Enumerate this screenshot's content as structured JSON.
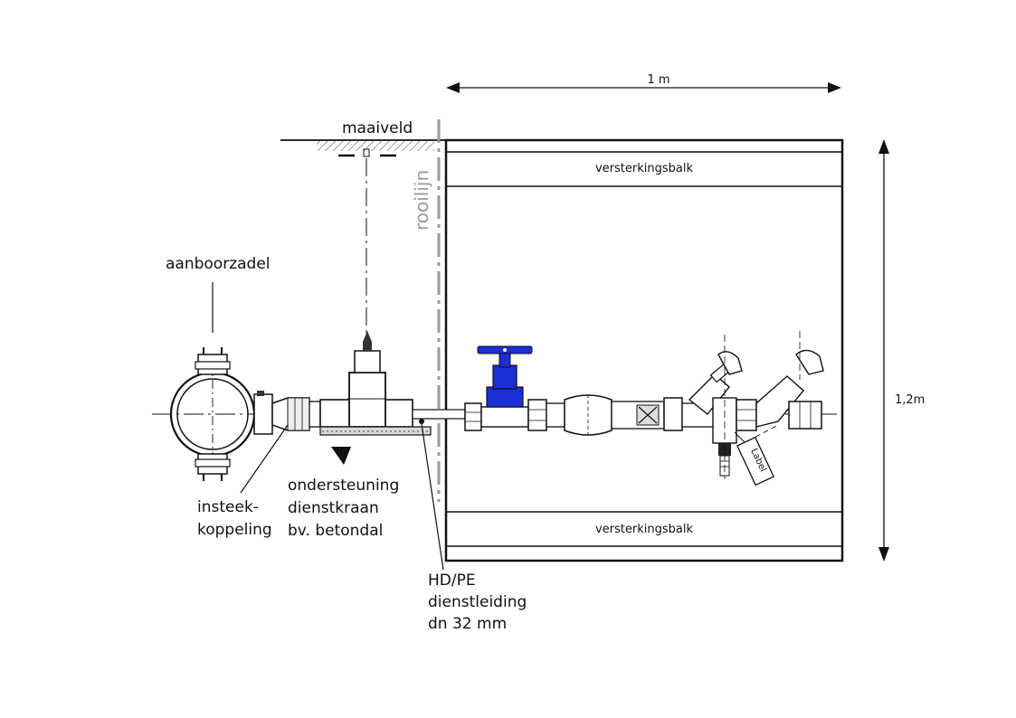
{
  "labels": {
    "maaiveld": "maaiveld",
    "rooilijn": "rooilijn",
    "aanboorzadel": "aanboorzadel",
    "insteek_line1": "insteek-",
    "insteek_line2": "koppeling",
    "onder_line1": "ondersteuning",
    "onder_line2": "dienstkraan",
    "onder_line3": "bv. betondal",
    "hd_line1": "HD/PE",
    "hd_line2": "dienstleiding",
    "hd_line3": "dn 32 mm",
    "dim_width": "1 m",
    "dim_height": "1,2m",
    "beam_top": "versterkingsbalk",
    "beam_bottom": "versterkingsbalk",
    "tag": "Label"
  },
  "colors": {
    "valve_handle": "#1b2fd6",
    "line": "#111111",
    "guide": "#9a9a9a"
  }
}
